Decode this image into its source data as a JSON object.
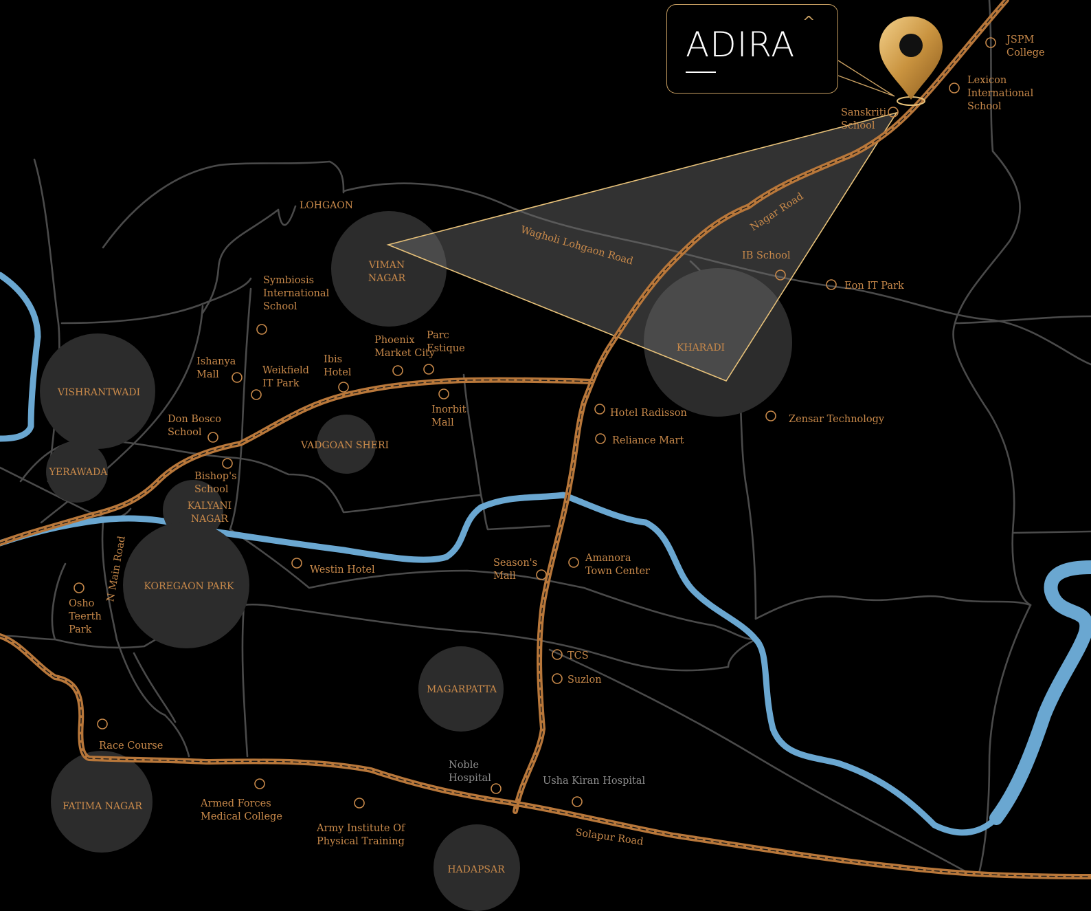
{
  "brand": {
    "name": "ADIRA",
    "accent": "#c9a062",
    "marker_icon": "location-pin-icon"
  },
  "colors": {
    "background": "#000000",
    "highway": "#b8773a",
    "river": "#6aa7d1",
    "minor_road": "#4a4a4a",
    "area": "#2c2c2c",
    "label": "#c8894a",
    "highlight": "#e8c27a"
  },
  "areas": {
    "viman_nagar": "VIMAN\nNAGAR",
    "kharadi": "KHARADI",
    "vishrantwadi": "VISHRANTWADI",
    "yerawada": "YERAWADA",
    "kalyani_nagar": "KALYANI\nNAGAR",
    "vadgoan_sheri": "VADGOAN SHERI",
    "koregaon_park": "KOREGAON PARK",
    "magarpatta": "MAGARPATTA",
    "fatima_nagar": "FATIMA NAGAR",
    "hadapsar": "HADAPSAR",
    "lohgaon": "LOHGAON"
  },
  "roads": {
    "wagholi_lohgaon": "Wagholi Lohgaon Road",
    "nagar": "Nagar Road",
    "n_main": "N Main Road",
    "solapur": "Solapur Road"
  },
  "pois": {
    "jspm": "JSPM\nCollege",
    "lexicon": "Lexicon\nInternational\nSchool",
    "sanskriti": "Sanskriti\nSchool",
    "ib_school": "IB School",
    "eon": "Eon IT Park",
    "symbiosis": "Symbiosis\nInternational\nSchool",
    "ishanya": "Ishanya\nMall",
    "weikfield": "Weikfield\nIT Park",
    "ibis": "Ibis\nHotel",
    "phoenix": "Phoenix\nMarket City",
    "parc": "Parc\nEstique",
    "inorbit": "Inorbit\nMall",
    "radisson": "Hotel Radisson",
    "reliance": "Reliance Mart",
    "zensar": "Zensar Technology",
    "don_bosco": "Don Bosco\nSchool",
    "bishops": "Bishop's\nSchool",
    "westin": "Westin Hotel",
    "seasons": "Season's\nMall",
    "amanora": "Amanora\nTown Center",
    "osho": "Osho\nTeerth\nPark",
    "tcs": "TCS",
    "suzlon": "Suzlon",
    "race_course": "Race Course",
    "armed_forces": "Armed Forces\nMedical College",
    "army_institute": "Army Institute Of\nPhysical Training",
    "noble": "Noble\nHospital",
    "usha_kiran": "Usha Kiran Hospital"
  }
}
